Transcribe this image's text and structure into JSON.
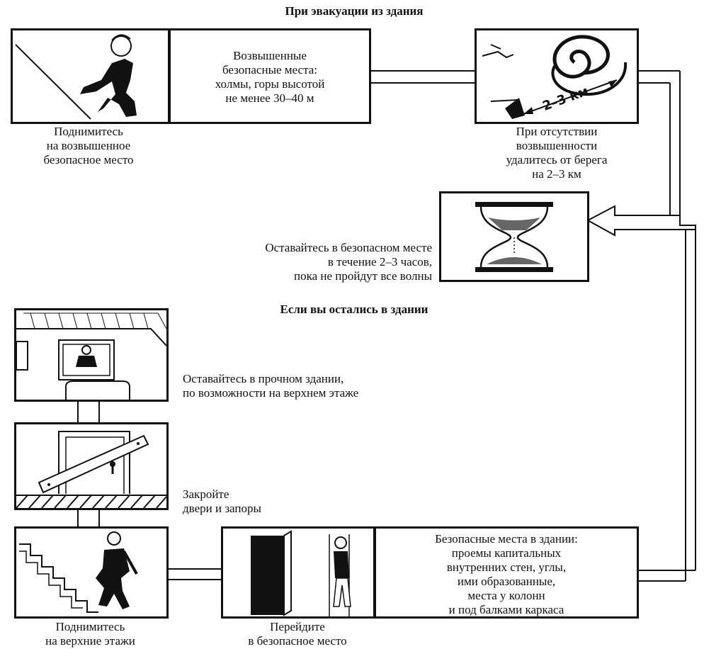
{
  "headings": {
    "evac": "При эвакуации из здания",
    "stay": "Если вы остались в здании"
  },
  "texts": {
    "climb_high": [
      "Поднимитесь",
      "на возвышенное",
      "безопасное место"
    ],
    "high_places": [
      "Возвышенные",
      "безопасные места:",
      "холмы, горы высотой",
      "не менее 30–40 м"
    ],
    "no_hill": [
      "При отсутствии",
      "возвышенности",
      "удалитесь от берега",
      "на 2–3 км"
    ],
    "wave_label": "2–3 км",
    "stay_safe": [
      "Оставайтесь в безопасном месте",
      "в течение 2–3 часов,",
      "пока не пройдут все волны"
    ],
    "strong_building": [
      "Оставайтесь в прочном здании,",
      "по возможности на верхнем этаже"
    ],
    "close_doors": [
      "Закройте",
      "двери и запоры"
    ],
    "safe_in_building": [
      "Безопасные места в здании:",
      "проемы капитальных",
      "внутренних стен, углы,",
      "ими образованные,",
      "места у колонн",
      "и под балками каркаса"
    ],
    "climb_upper": [
      "Поднимитесь",
      "на верхние этажи"
    ],
    "go_safe": [
      "Перейдите",
      "в безопасное место"
    ]
  },
  "icons": {
    "climb_hill": "person-climbing-slope-icon",
    "wave": "wave-spiral-icon",
    "hourglass": "hourglass-icon",
    "building": "building-window-icon",
    "door": "door-bar-icon",
    "stairs": "person-stairs-icon",
    "doorway": "person-doorway-icon"
  }
}
